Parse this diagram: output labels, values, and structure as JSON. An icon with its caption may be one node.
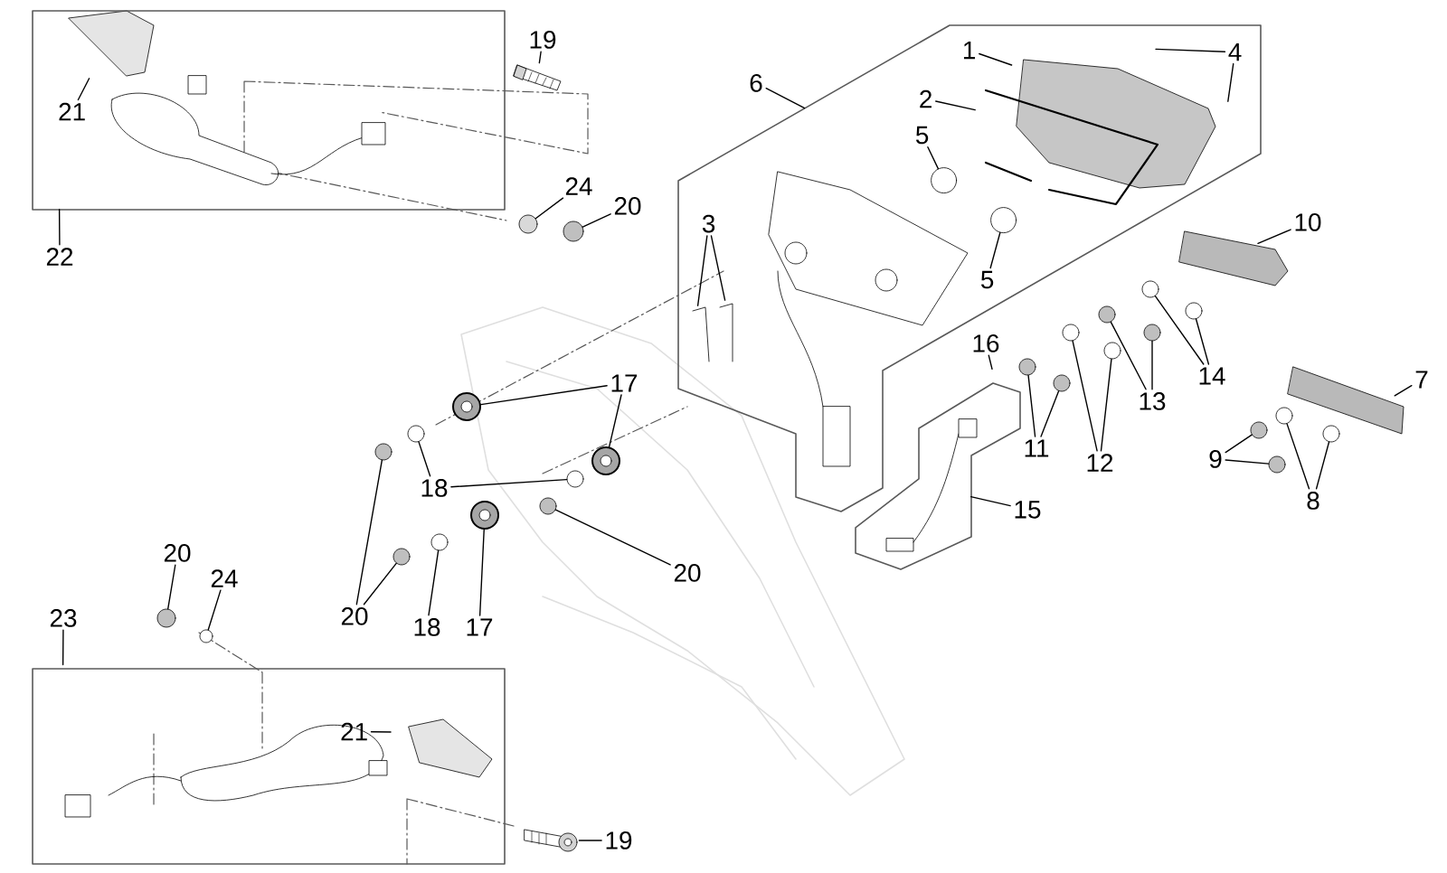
{
  "diagram": {
    "nodes": [
      {
        "text": [
          "21"
        ],
        "in": 33
      },
      {
        "text": [
          "22"
        ]
      },
      {
        "text": [
          "19"
        ]
      },
      {
        "text": [
          "24"
        ]
      },
      {
        "text": [
          "20"
        ]
      },
      {
        "text": [
          "6"
        ]
      },
      {
        "text": [
          "1"
        ],
        "in": 34
      },
      {
        "text": [
          "2"
        ],
        "in": 34
      },
      {
        "text": [
          "4"
        ],
        "in": 34
      },
      {
        "text": [
          "5"
        ],
        "in": 34
      },
      {
        "text": [
          "5"
        ],
        "in": 34
      },
      {
        "text": [
          "3"
        ],
        "in": 34
      },
      {
        "text": [
          "10"
        ]
      },
      {
        "text": [
          "17"
        ]
      },
      {
        "text": [
          "16"
        ]
      },
      {
        "text": [
          "11"
        ]
      },
      {
        "text": [
          "12"
        ]
      },
      {
        "text": [
          "13"
        ]
      },
      {
        "text": [
          "14"
        ]
      },
      {
        "text": [
          "7"
        ]
      },
      {
        "text": [
          "9"
        ]
      },
      {
        "text": [
          "8"
        ]
      },
      {
        "text": [
          "15"
        ]
      },
      {
        "text": [
          "18"
        ]
      },
      {
        "text": [
          "20"
        ]
      },
      {
        "text": [
          "20"
        ]
      },
      {
        "text": [
          "18"
        ]
      },
      {
        "text": [
          "17"
        ]
      },
      {
        "text": [
          "20"
        ]
      },
      {
        "text": [
          "24"
        ]
      },
      {
        "text": [
          "23"
        ]
      },
      {
        "text": [
          "21"
        ],
        "in": 36
      },
      {
        "text": [
          "19"
        ]
      },
      {
        "text": [],
        "shape": "box"
      },
      {
        "text": [],
        "shape": "box"
      },
      {
        "text": [],
        "shape": "box"
      },
      {
        "text": [],
        "shape": "box"
      },
      {
        "text": [],
        "shape": "circle"
      },
      {
        "text": [],
        "shape": "circle"
      },
      {
        "text": [],
        "shape": "circle"
      },
      {
        "text": [],
        "shape": "circle"
      },
      {
        "text": [],
        "shape": "circle"
      },
      {
        "text": [],
        "shape": "circle"
      },
      {
        "text": [],
        "shape": "circle"
      },
      {
        "text": [],
        "shape": "circle"
      },
      {
        "text": [],
        "shape": "circle"
      },
      {
        "text": [],
        "shape": "circle"
      },
      {
        "text": [],
        "shape": "circle"
      },
      {
        "text": [],
        "shape": "circle"
      },
      {
        "text": [],
        "shape": "circle"
      },
      {
        "text": [],
        "shape": "circle",
        "in": 34
      },
      {
        "text": [],
        "shape": "circle",
        "in": 34
      },
      {
        "text": [],
        "shape": "circle"
      },
      {
        "text": [],
        "shape": "circle"
      },
      {
        "text": [],
        "shape": "circle"
      },
      {
        "text": [],
        "shape": "circle"
      },
      {
        "text": [],
        "shape": "circle"
      },
      {
        "text": [],
        "shape": "circle"
      },
      {
        "text": [],
        "shape": "circle"
      },
      {
        "text": [],
        "shape": "circle"
      },
      {
        "text": [],
        "shape": "circle"
      },
      {
        "text": [],
        "shape": "circle"
      },
      {
        "text": [],
        "shape": "circle"
      },
      {
        "text": [],
        "shape": "circle"
      },
      {
        "text": [],
        "shape": "picture"
      },
      {
        "text": [],
        "shape": "picture"
      }
    ],
    "edges": [
      {
        "from": 0,
        "to": null,
        "arrow": "none"
      },
      {
        "from": 1,
        "to": 33,
        "arrow": "none"
      },
      {
        "from": 2,
        "to": 64,
        "arrow": "none"
      },
      {
        "from": 3,
        "to": 45,
        "arrow": "none"
      },
      {
        "from": 4,
        "to": 47,
        "arrow": "none"
      },
      {
        "from": 5,
        "to": 34,
        "arrow": "none"
      },
      {
        "from": 6,
        "to": null,
        "arrow": "none"
      },
      {
        "from": 7,
        "to": null,
        "arrow": "none"
      },
      {
        "from": 8,
        "to": null,
        "arrow": "none"
      },
      {
        "from": 8,
        "to": null,
        "arrow": "none"
      },
      {
        "from": 9,
        "to": 50,
        "arrow": "none"
      },
      {
        "from": 10,
        "to": 51,
        "arrow": "none"
      },
      {
        "from": 11,
        "to": null,
        "arrow": "none"
      },
      {
        "from": 11,
        "to": null,
        "arrow": "none"
      },
      {
        "from": 12,
        "to": null,
        "arrow": "none"
      },
      {
        "from": 13,
        "to": 43,
        "arrow": "none"
      },
      {
        "from": 13,
        "to": 49,
        "arrow": "none"
      },
      {
        "from": 14,
        "to": null,
        "arrow": "none"
      },
      {
        "from": 15,
        "to": 52,
        "arrow": "none"
      },
      {
        "from": 15,
        "to": 53,
        "arrow": "none"
      },
      {
        "from": 16,
        "to": 54,
        "arrow": "none"
      },
      {
        "from": 16,
        "to": 56,
        "arrow": "none"
      },
      {
        "from": 17,
        "to": 55,
        "arrow": "none"
      },
      {
        "from": 17,
        "to": 58,
        "arrow": "none"
      },
      {
        "from": 18,
        "to": 57,
        "arrow": "none"
      },
      {
        "from": 18,
        "to": 59,
        "arrow": "none"
      },
      {
        "from": 19,
        "to": null,
        "arrow": "none"
      },
      {
        "from": 20,
        "to": 60,
        "arrow": "none"
      },
      {
        "from": 20,
        "to": 61,
        "arrow": "none"
      },
      {
        "from": 21,
        "to": 62,
        "arrow": "none"
      },
      {
        "from": 21,
        "to": 63,
        "arrow": "none"
      },
      {
        "from": 22,
        "to": 35,
        "arrow": "none"
      },
      {
        "from": 23,
        "to": 41,
        "arrow": "none"
      },
      {
        "from": 23,
        "to": 48,
        "arrow": "none"
      },
      {
        "from": 24,
        "to": 46,
        "arrow": "none"
      },
      {
        "from": 25,
        "to": 39,
        "arrow": "none"
      },
      {
        "from": 25,
        "to": 40,
        "arrow": "none"
      },
      {
        "from": 26,
        "to": 42,
        "arrow": "none"
      },
      {
        "from": 27,
        "to": 44,
        "arrow": "none"
      },
      {
        "from": 28,
        "to": 37,
        "arrow": "none"
      },
      {
        "from": 29,
        "to": 38,
        "arrow": "none"
      },
      {
        "from": 30,
        "to": 36,
        "arrow": "none"
      },
      {
        "from": 31,
        "to": null,
        "arrow": "none"
      },
      {
        "from": 32,
        "to": 65,
        "arrow": "none"
      }
    ]
  }
}
